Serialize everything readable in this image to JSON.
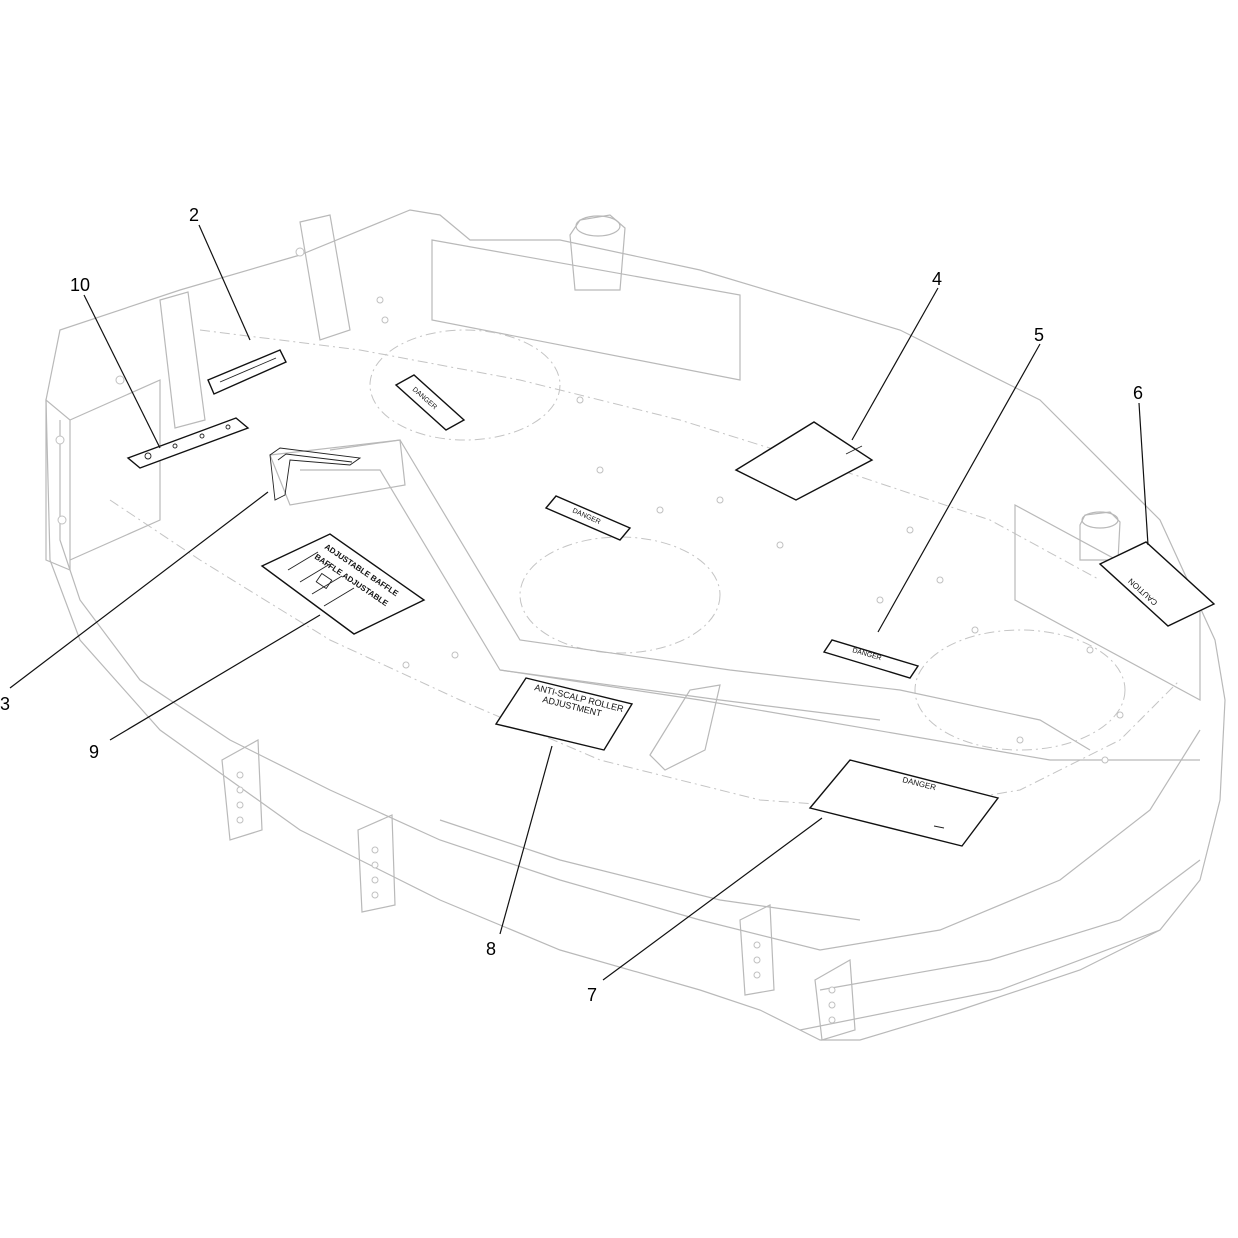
{
  "callouts": [
    "2",
    "10",
    "4",
    "5",
    "6",
    "3",
    "9",
    "8",
    "7"
  ],
  "decals": {
    "danger_rear": "DANGER",
    "danger_center": "DANGER",
    "danger_right": "DANGER",
    "danger_front": "DANGER",
    "caution": "CAUTION",
    "anti_scalp_line1": "ANTI-SCALP ROLLER",
    "anti_scalp_line2": "ADJUSTMENT",
    "baffle_line1": "ADJUSTABLE BAFFLE",
    "baffle_line2": "BAFFLE ADJUSTABLE"
  }
}
